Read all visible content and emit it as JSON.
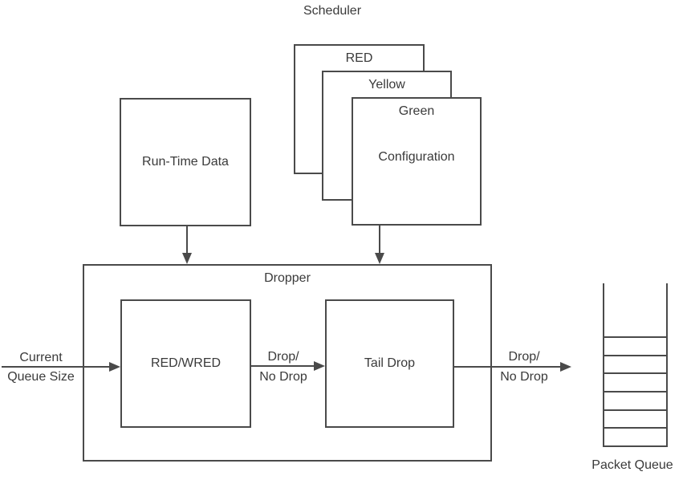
{
  "colors": {
    "line": "#4a4a4a",
    "text": "#3a3a3a",
    "background": "#ffffff"
  },
  "scheduler": {
    "title": "Scheduler",
    "cards": [
      {
        "label": "RED"
      },
      {
        "label": "Yellow"
      },
      {
        "label": "Green",
        "body": "Configuration"
      }
    ]
  },
  "runtime": {
    "label": "Run-Time Data"
  },
  "dropper": {
    "label": "Dropper",
    "stages": [
      {
        "label": "RED/WRED"
      },
      {
        "label": "Tail Drop"
      }
    ]
  },
  "labels": {
    "input": [
      "Current",
      "Queue Size"
    ],
    "between_stages": [
      "Drop/",
      "No Drop"
    ],
    "output": [
      "Drop/",
      "No Drop"
    ]
  },
  "packet_queue": {
    "label": "Packet Queue",
    "slots": 6
  }
}
